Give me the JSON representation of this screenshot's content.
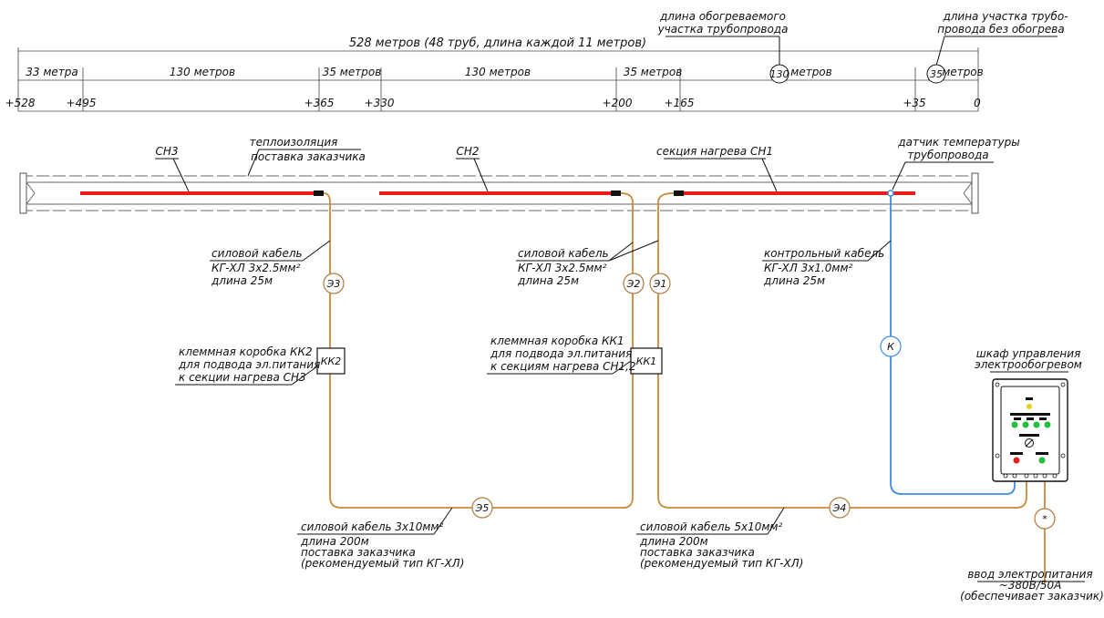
{
  "dimensions": {
    "total": "528 метров (48 труб, длина каждой 11 метров)",
    "segments": [
      "33 метра",
      "130 метров",
      "35 метров",
      "130 метров",
      "35 метров",
      "метров",
      "метров"
    ],
    "segment_bubbles": [
      "130",
      "35"
    ],
    "positions": [
      "+528",
      "+495",
      "+365",
      "+330",
      "+200",
      "+165",
      "+35",
      "0"
    ],
    "heated_length_note": [
      "длина обогреваемого",
      "участка трубопровода"
    ],
    "unheated_length_note": [
      "длина участка трубо-",
      "провода без обогрева"
    ]
  },
  "sections": {
    "sn3": "СН3",
    "sn2": "СН2",
    "sn1": "секция нагрева СН1",
    "insulation": [
      "теплоизоляция",
      "поставка заказчика"
    ],
    "sensor": [
      "датчик температуры",
      "трубопровода"
    ]
  },
  "cables": {
    "power_kk2": [
      "силовой кабель",
      "КГ-ХЛ 3х2.5мм²",
      "длина 25м"
    ],
    "power_kk1": [
      "силовой кабель",
      "КГ-ХЛ 3х2.5мм²",
      "длина 25м"
    ],
    "control": [
      "контрольный кабель",
      "КГ-ХЛ 3х1.0мм²",
      "длина 25м"
    ],
    "feed_3x10": [
      "силовой кабель 3х10мм²",
      "длина 200м",
      "поставка заказчика",
      "(рекомендуемый тип КГ-ХЛ)"
    ],
    "feed_5x10": [
      "силовой кабель 5х10мм²",
      "длина 200м",
      "поставка заказчика",
      "(рекомендуемый тип КГ-ХЛ)"
    ]
  },
  "markers": {
    "e3": "Э3",
    "e2": "Э2",
    "e1": "Э1",
    "e5": "Э5",
    "e4": "Э4",
    "k": "К",
    "star": "*"
  },
  "boxes": {
    "kk2": "КК2",
    "kk1": "КК1",
    "kk2_note": [
      "клеммная коробка КК2",
      "для подвода эл.питания",
      "к секции нагрева СН3"
    ],
    "kk1_note": [
      "клеммная коробка КК1",
      "для подвода эл.питания",
      "к секциям нагрева СН1,2"
    ]
  },
  "cabinet": {
    "title": [
      "шкаф управления",
      "электрообогревом"
    ],
    "supply": [
      "ввод электропитания",
      "~380В/50А",
      "(обеспечивает заказчик)"
    ]
  },
  "colors": {
    "heating": "#e81c1c",
    "power_cable": "#c98a3a",
    "control_cable": "#3a8ee6",
    "lamp_green": "#22c03a",
    "lamp_yellow": "#e6d21a",
    "lamp_red": "#e02020"
  }
}
